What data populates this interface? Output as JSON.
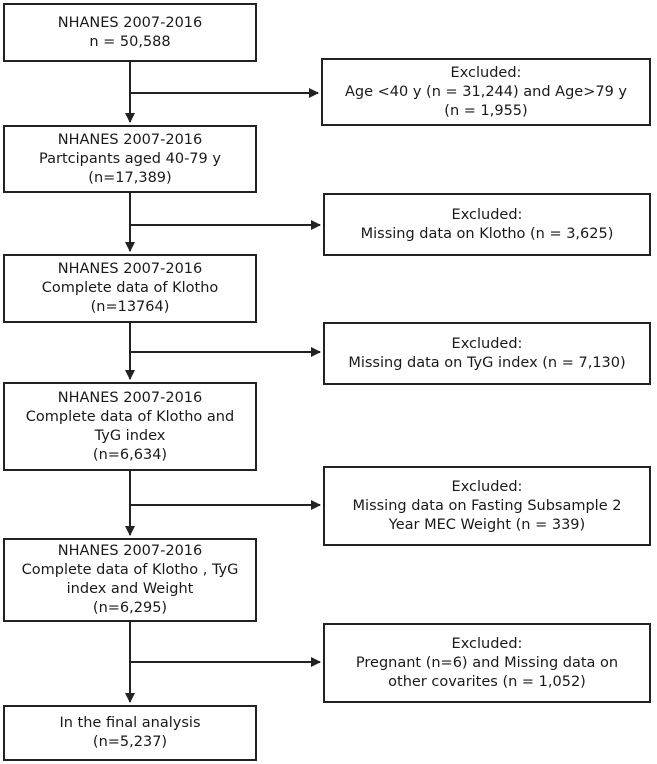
{
  "main_boxes": [
    {
      "lines": [
        "NHANES 2007-2016",
        "n = 50,588"
      ]
    },
    {
      "lines": [
        "NHANES 2007-2016",
        "Partcipants aged 40-79 y",
        "(n=17,389)"
      ]
    },
    {
      "lines": [
        "NHANES 2007-2016",
        "Complete data of Klotho",
        "(n=13764)"
      ]
    },
    {
      "lines": [
        "NHANES 2007-2016",
        "Complete data of Klotho and",
        "TyG index",
        "(n=6,634)"
      ]
    },
    {
      "lines": [
        "NHANES 2007-2016",
        "Complete data of Klotho , TyG",
        "index and Weight",
        "(n=6,295)"
      ]
    },
    {
      "lines": [
        "In the final analysis",
        "(n=5,237)"
      ]
    }
  ],
  "excluded_boxes": [
    {
      "lines": [
        "Excluded:",
        "Age <40 y (n = 31,244) and Age>79 y",
        "(n = 1,955)"
      ]
    },
    {
      "lines": [
        "Excluded:",
        "Missing data on Klotho (n = 3,625)"
      ]
    },
    {
      "lines": [
        "Excluded:",
        "Missing data on TyG index (n = 7,130)"
      ]
    },
    {
      "lines": [
        "Excluded:",
        "Missing data on Fasting Subsample 2",
        "Year MEC Weight (n = 339)"
      ]
    },
    {
      "lines": [
        "Excluded:",
        "Pregnant (n=6) and Missing data  on",
        "other covarites (n = 1,052)"
      ]
    }
  ]
}
